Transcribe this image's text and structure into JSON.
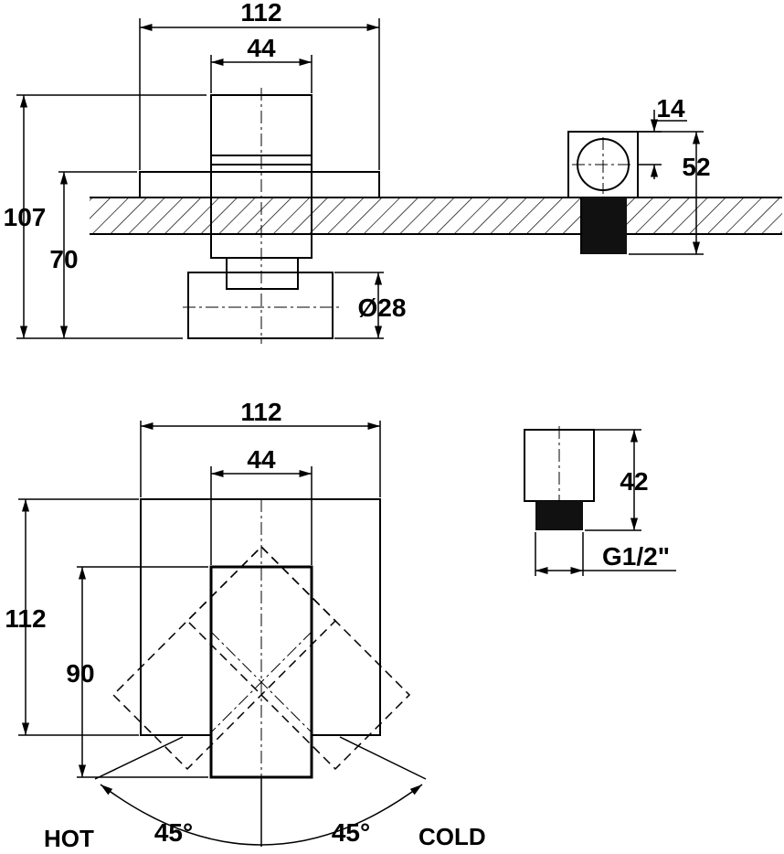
{
  "side_view": {
    "width_label": "112",
    "inner_width_label": "44",
    "total_height_label": "107",
    "height_label": "70",
    "diameter_label": "Ø28"
  },
  "elbow_side": {
    "offset_label": "14",
    "height_label": "52"
  },
  "front_view": {
    "width_label": "112",
    "inner_width_label": "44",
    "height_label": "112",
    "handle_height_label": "90",
    "angle_left_label": "45°",
    "angle_right_label": "45°",
    "hot_label": "HOT",
    "cold_label": "COLD"
  },
  "elbow_front": {
    "height_label": "42",
    "thread_label": "G1/2\""
  }
}
